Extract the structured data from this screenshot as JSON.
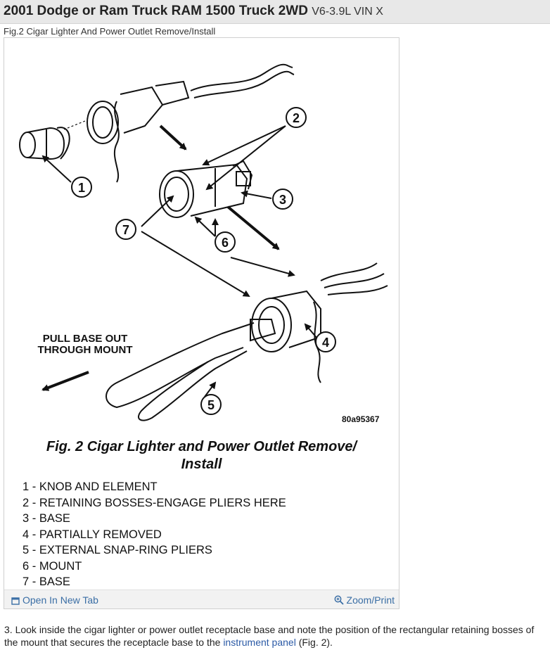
{
  "header": {
    "title": "2001 Dodge or Ram Truck RAM 1500 Truck 2WD",
    "subtitle": "V6-3.9L VIN X"
  },
  "figure": {
    "caption": "Fig.2 Cigar Lighter And Power Outlet Remove/Install",
    "diagram_labels": {
      "callout_1": "1",
      "callout_2": "2",
      "callout_3": "3",
      "callout_4": "4",
      "callout_5": "5",
      "callout_6": "6",
      "callout_7": "7",
      "pull_line1": "PULL BASE OUT",
      "pull_line2": "THROUGH MOUNT",
      "code": "80a95367"
    },
    "title_line1": "Fig. 2 Cigar Lighter and Power Outlet Remove/",
    "title_line2": "Install",
    "legend": [
      "1 - KNOB AND ELEMENT",
      "2 - RETAINING BOSSES-ENGAGE PLIERS HERE",
      "3 - BASE",
      "4 - PARTIALLY REMOVED",
      "5 - EXTERNAL SNAP-RING PLIERS",
      "6 - MOUNT",
      "7 - BASE"
    ]
  },
  "toolbar": {
    "open_tab": "Open In New Tab",
    "zoom": "Zoom/Print"
  },
  "paragraph": {
    "before": "3. Look inside the cigar lighter or power outlet receptacle base and note the position of the rectangular retaining bosses of the mount that secures the receptacle base to the ",
    "link": "instrument panel",
    "after": " (Fig. 2)."
  }
}
